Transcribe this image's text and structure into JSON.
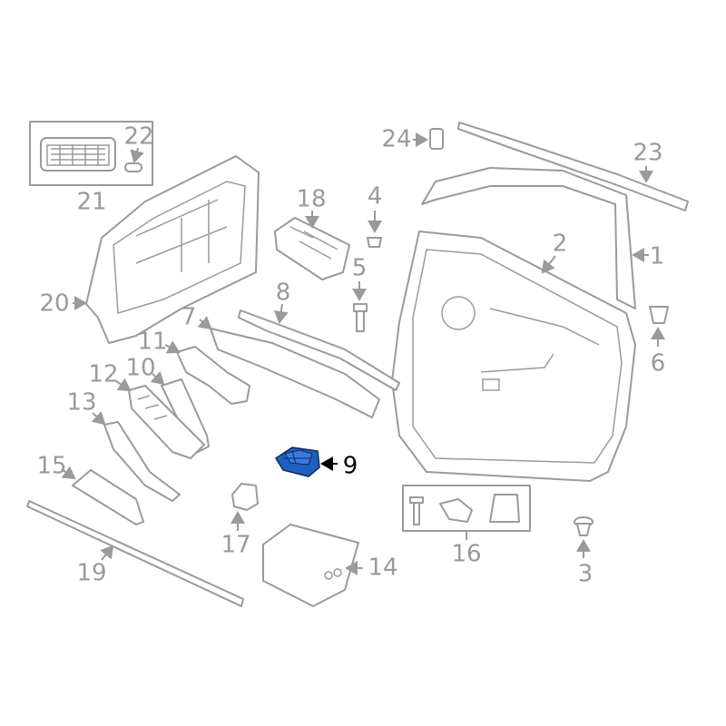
{
  "diagram": {
    "highlight_color": "#1f5fbf",
    "callouts": [
      {
        "id": "1",
        "label": "1"
      },
      {
        "id": "2",
        "label": "2"
      },
      {
        "id": "3",
        "label": "3"
      },
      {
        "id": "4",
        "label": "4"
      },
      {
        "id": "5",
        "label": "5"
      },
      {
        "id": "6",
        "label": "6"
      },
      {
        "id": "7",
        "label": "7"
      },
      {
        "id": "8",
        "label": "8"
      },
      {
        "id": "9",
        "label": "9",
        "highlighted": true
      },
      {
        "id": "10",
        "label": "10"
      },
      {
        "id": "11",
        "label": "11"
      },
      {
        "id": "12",
        "label": "12"
      },
      {
        "id": "13",
        "label": "13"
      },
      {
        "id": "14",
        "label": "14"
      },
      {
        "id": "15",
        "label": "15"
      },
      {
        "id": "16",
        "label": "16"
      },
      {
        "id": "17",
        "label": "17"
      },
      {
        "id": "18",
        "label": "18"
      },
      {
        "id": "19",
        "label": "19"
      },
      {
        "id": "20",
        "label": "20"
      },
      {
        "id": "21",
        "label": "21"
      },
      {
        "id": "22",
        "label": "22"
      },
      {
        "id": "23",
        "label": "23"
      },
      {
        "id": "24",
        "label": "24"
      }
    ]
  }
}
